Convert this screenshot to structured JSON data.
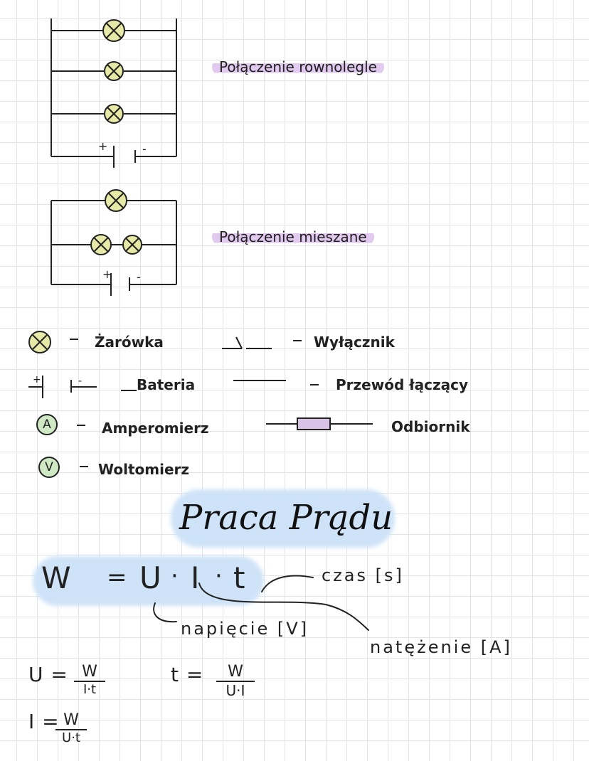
{
  "headings": {
    "parallel": "Połączenie rownolegle",
    "mixed": "Połączenie mieszane"
  },
  "legend": {
    "bulb": "Żarówka",
    "battery": "Bateria",
    "ammeter": "Amperomierz",
    "ammeter_symbol": "A",
    "voltmeter": "Woltomierz",
    "voltmeter_symbol": "V",
    "switch": "Wyłącznik",
    "wire": "Przewód łączący",
    "receiver": "Odbiornik"
  },
  "battery_marks": {
    "plus": "+",
    "minus": "-"
  },
  "title": "Praca Prądu",
  "formula": {
    "lhs": "W",
    "eq": "=",
    "u": "U",
    "dot": "·",
    "i": "I",
    "t": "t",
    "note_time": "czas [s]",
    "note_voltage": "napięcie [V]",
    "note_current": "natężenie [A]"
  },
  "derived": [
    {
      "lhs": "U =",
      "num": "W",
      "den": "I·t"
    },
    {
      "lhs": "t =",
      "num": "W",
      "den": "U·I"
    },
    {
      "lhs": "I =",
      "num": "W",
      "den": "U·t"
    }
  ],
  "colors": {
    "bulb_fill": "#e6eaa6",
    "ammeter_fill": "#cfe9c4",
    "voltmeter_fill": "#cfe9c4",
    "receiver_fill": "#d8c3e6",
    "heading_highlight": "#e2c9ef",
    "title_highlight": "#cfe3f8"
  },
  "icons": [
    "bulb-icon",
    "battery-icon",
    "switch-icon",
    "wire-icon",
    "resistor-icon",
    "ammeter-icon",
    "voltmeter-icon"
  ]
}
